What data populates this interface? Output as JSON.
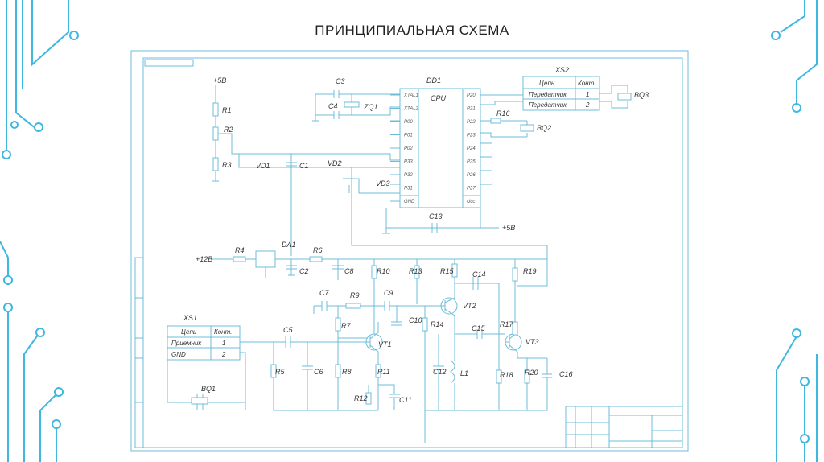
{
  "slide": {
    "title": "ПРИНЦИПИАЛЬНАЯ СХЕМА"
  },
  "colors": {
    "wire": "#6cbcd8",
    "decoration": "#3fb8e0",
    "text": "#222222"
  },
  "schematic": {
    "chip": {
      "ref": "DD1",
      "name": "CPU",
      "left_pins": [
        "XTAL1",
        "XTAL2",
        "P00",
        "P01",
        "P02",
        "P33",
        "P32",
        "P31",
        "GND"
      ],
      "right_pins": [
        "P20",
        "P21",
        "P22",
        "P23",
        "P24",
        "P25",
        "P26",
        "P27",
        "Ucc"
      ]
    },
    "xs2": {
      "ref": "XS2",
      "header": [
        "Цепь",
        "Конт."
      ],
      "rows": [
        [
          "Передатчик",
          "1"
        ],
        [
          "Передатчик",
          "2"
        ]
      ]
    },
    "xs1": {
      "ref": "XS1",
      "header": [
        "Цепь",
        "Конт."
      ],
      "rows": [
        [
          "Приемник",
          "1"
        ],
        [
          "GND",
          "2"
        ]
      ]
    },
    "labels": {
      "p5v_top": "+5В",
      "r1": "R1",
      "r2": "R2",
      "r3": "R3",
      "vd1": "VD1",
      "c1": "C1",
      "vd2": "VD2",
      "vd3": "VD3",
      "c3": "C3",
      "c4": "C4",
      "zq1": "ZQ1",
      "bq3": "BQ3",
      "r16": "R16",
      "bq2": "BQ2",
      "c13": "C13",
      "p5v_bot": "+5В",
      "p12v": "+12В",
      "r4": "R4",
      "da1": "DA1",
      "r6": "R6",
      "c2": "C2",
      "c8": "C8",
      "r10": "R10",
      "r13": "R13",
      "r15": "R15",
      "c14": "C14",
      "r19": "R19",
      "c7": "C7",
      "r9": "R9",
      "c9": "C9",
      "vt2": "VT2",
      "c10": "C10",
      "r14": "R14",
      "c15": "C15",
      "r17": "R17",
      "vt3": "VT3",
      "r7": "R7",
      "vt1": "VT1",
      "c5": "C5",
      "r5": "R5",
      "c6": "C6",
      "r8": "R8",
      "r11": "R11",
      "c12": "C12",
      "l1": "L1",
      "r18": "R18",
      "r20": "R20",
      "c16": "C16",
      "r12": "R12",
      "c11": "C11",
      "bq1": "BQ1"
    }
  }
}
